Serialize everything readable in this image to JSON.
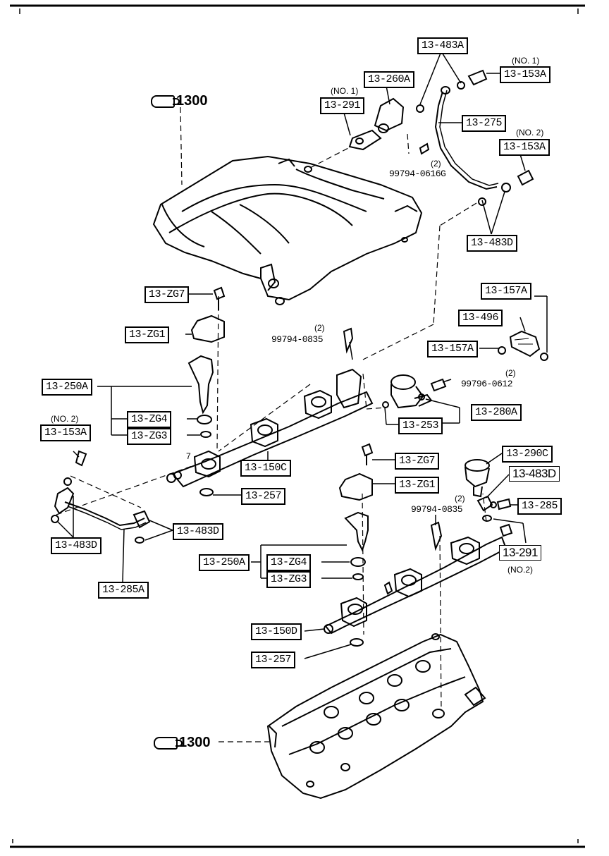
{
  "references": {
    "top_ref": "1300",
    "bottom_ref": "1300"
  },
  "labels": {
    "l_13_483A": "13-483A",
    "l_13_153A_1": "13-153A",
    "l_13_260A": "13-260A",
    "l_13_291_1": "13-291",
    "l_13_275": "13-275",
    "l_13_153A_2": "13-153A",
    "l_13_483D_top": "13-483D",
    "l_13_ZG7_a": "13-ZG7",
    "l_13_ZG1_a": "13-ZG1",
    "l_13_157A_a": "13-157A",
    "l_13_496": "13-496",
    "l_13_157A_b": "13-157A",
    "l_13_250A_a": "13-250A",
    "l_13_ZG4_a": "13-ZG4",
    "l_13_ZG3_a": "13-ZG3",
    "l_13_280A": "13-280A",
    "l_13_253": "13-253",
    "l_13_153A_3": "13-153A",
    "l_13_150C": "13-150C",
    "l_13_ZG7_b": "13-ZG7",
    "l_13_290C": "13-290C",
    "l_13_483D_r": "13-483D",
    "l_13_ZG1_b": "13-ZG1",
    "l_13_257_a": "13-257",
    "l_13_285": "13-285",
    "l_13_483D_m": "13-483D",
    "l_13_483D_l": "13-483D",
    "l_13_291_2": "13-291",
    "l_13_250A_b": "13-250A",
    "l_13_ZG4_b": "13-ZG4",
    "l_13_ZG3_b": "13-ZG3",
    "l_13_285A": "13-285A",
    "l_13_150D": "13-150D",
    "l_13_257_b": "13-257"
  },
  "notes": {
    "no1_a": "(NO. 1)",
    "no1_b": "(NO. 1)",
    "no2_a": "(NO. 2)",
    "no2_b": "(NO. 2)",
    "no2_c": "(NO.2)",
    "two_a": "(2)",
    "two_b": "(2)",
    "two_c": "(2)",
    "two_d": "(2)",
    "seven": "7"
  },
  "numbers": {
    "n_0616G": "99794-0616G",
    "n_0835_a": "99794-0835",
    "n_0612": "99796-0612",
    "n_0835_b": "99794-0835"
  },
  "colors": {
    "line": "#000000",
    "background": "#ffffff"
  },
  "icons": [
    "pointing-hand-icon"
  ]
}
